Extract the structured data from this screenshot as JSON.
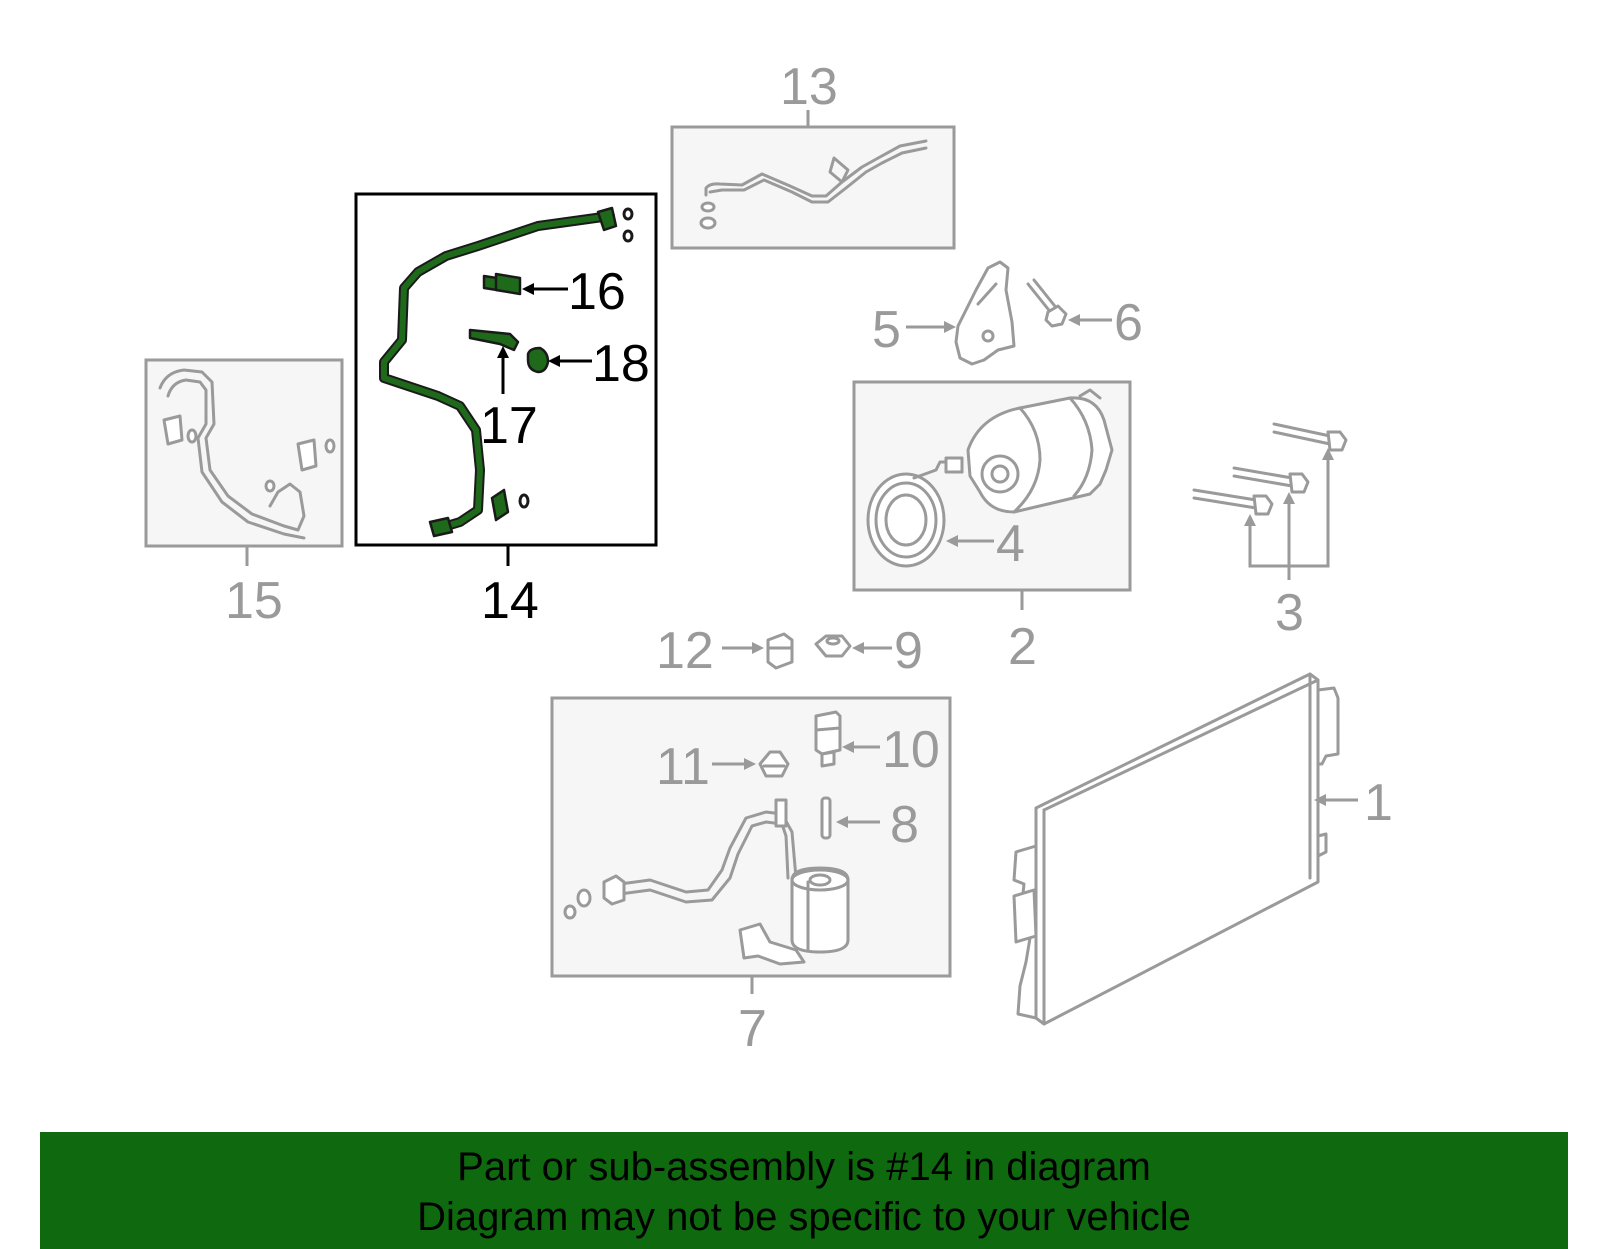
{
  "callouts": {
    "c1": "1",
    "c2": "2",
    "c3": "3",
    "c4": "4",
    "c5": "5",
    "c6": "6",
    "c7": "7",
    "c8": "8",
    "c9": "9",
    "c10": "10",
    "c11": "11",
    "c12": "12",
    "c13": "13",
    "c14": "14",
    "c15": "15",
    "c16": "16",
    "c17": "17",
    "c18": "18"
  },
  "highlighted_part": "14",
  "colors": {
    "highlight": "#1e6a1a",
    "banner": "#0f6a0f",
    "part_line": "#9a9a9a",
    "box_fill": "#f6f6f6"
  },
  "banner": {
    "line1": "Part or sub-assembly is #14 in diagram",
    "line2": "Diagram may not be specific to your vehicle"
  }
}
